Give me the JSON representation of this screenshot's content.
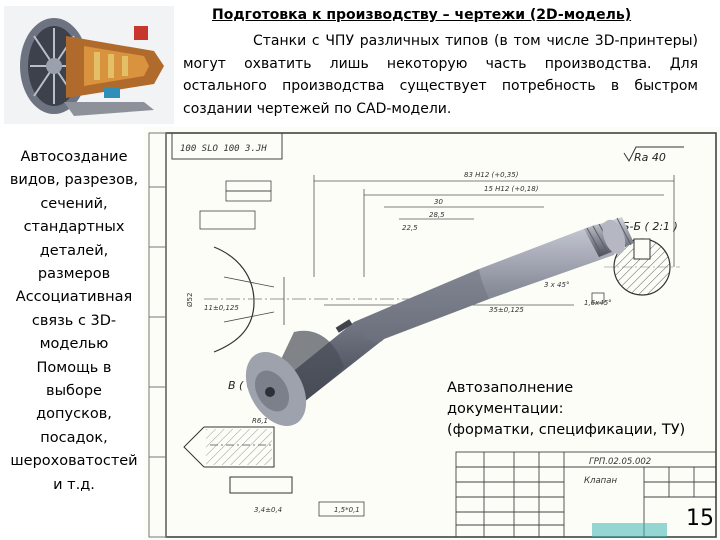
{
  "slide": {
    "title": "Подготовка к производству – чертежи (2D-модель)",
    "intro": "Станки с ЧПУ различных типов (в том числе 3D-принтеры) могут охватить лишь некоторую часть производства. Для остального производства существует потребность в быстром создании чертежей по CAD-модели.",
    "features": [
      "Автосоздание",
      "видов, разрезов,",
      "сечений,",
      "стандартных",
      "деталей,",
      "размеров",
      "Ассоциативная",
      "связь с 3D-",
      "моделью",
      "Помощь в",
      "выборе",
      "допусков,",
      "посадок,",
      "шероховатостей",
      "и т.д."
    ],
    "autofill": [
      "Автозаполнение",
      "документации:",
      "(форматки, спецификации, ТУ)"
    ],
    "page_number": "15"
  },
  "drawing": {
    "stamp_code": "ГРП.02.05.002",
    "part_name": "Клапан",
    "frame_code": "100 SLO 100 3.JH",
    "roughness": "Ra 40",
    "section_label": "Б-Б ( 2:1 )",
    "view_label": "В ( 4 : 1 )",
    "dims": [
      "83 H12 (+0,35)",
      "15 H12 (+0,18)",
      "30",
      "28,5",
      "22,5",
      "11±0,125",
      "35±0,125",
      "3 x 45°",
      "1,6x45°",
      "R6,1",
      "3,4±0,4",
      "1,5*0,1"
    ],
    "accent": "#3fb7b3"
  }
}
